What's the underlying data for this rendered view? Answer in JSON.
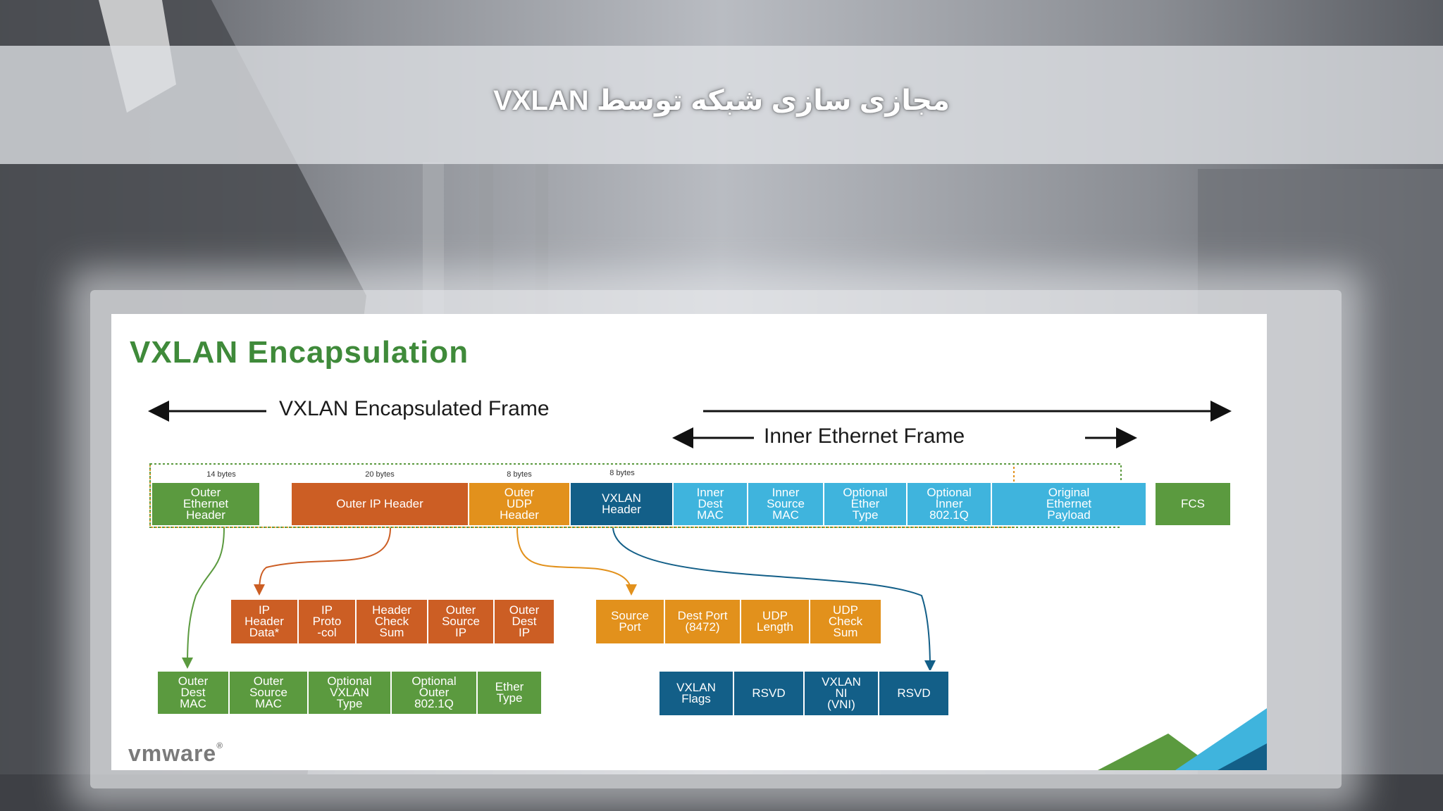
{
  "slide_title": "مجازی سازی  شبکه توسط VXLAN",
  "diagram": {
    "title": "VXLAN Encapsulation",
    "outer_frame_label": "VXLAN Encapsulated Frame",
    "inner_frame_label": "Inner Ethernet Frame",
    "sizes": {
      "ethernet": "14 bytes",
      "ip": "20 bytes",
      "udp": "8 bytes",
      "vxlan": "8 bytes"
    },
    "frame_fields": [
      "Outer\nEthernet\nHeader",
      "Outer IP Header",
      "Outer\nUDP\nHeader",
      "VXLAN\nHeader",
      "Inner\nDest\nMAC",
      "Inner\nSource\nMAC",
      "Optional\nEther\nType",
      "Optional\nInner\n802.1Q",
      "Original\nEthernet\nPayload",
      "FCS"
    ],
    "ip_fields": [
      "IP\nHeader\nData*",
      "IP\nProto\n-col",
      "Header\nCheck\nSum",
      "Outer\nSource\nIP",
      "Outer\nDest\nIP"
    ],
    "udp_fields": [
      "Source\nPort",
      "Dest Port\n(8472)",
      "UDP\nLength",
      "UDP\nCheck\nSum"
    ],
    "ethernet_fields": [
      "Outer\nDest\nMAC",
      "Outer\nSource\nMAC",
      "Optional\nVXLAN\nType",
      "Optional\nOuter\n802.1Q",
      "Ether\nType"
    ],
    "vxlan_fields": [
      "VXLAN\nFlags",
      "RSVD",
      "VXLAN\nNI\n(VNI)",
      "RSVD"
    ],
    "logo": "vmware"
  },
  "colors": {
    "ethernet": "#5b9a3f",
    "ip": "#cc5e24",
    "udp": "#e2911c",
    "vxlan": "#135f88",
    "inner": "#3fb4dd",
    "title_green": "#3f8a3a"
  }
}
